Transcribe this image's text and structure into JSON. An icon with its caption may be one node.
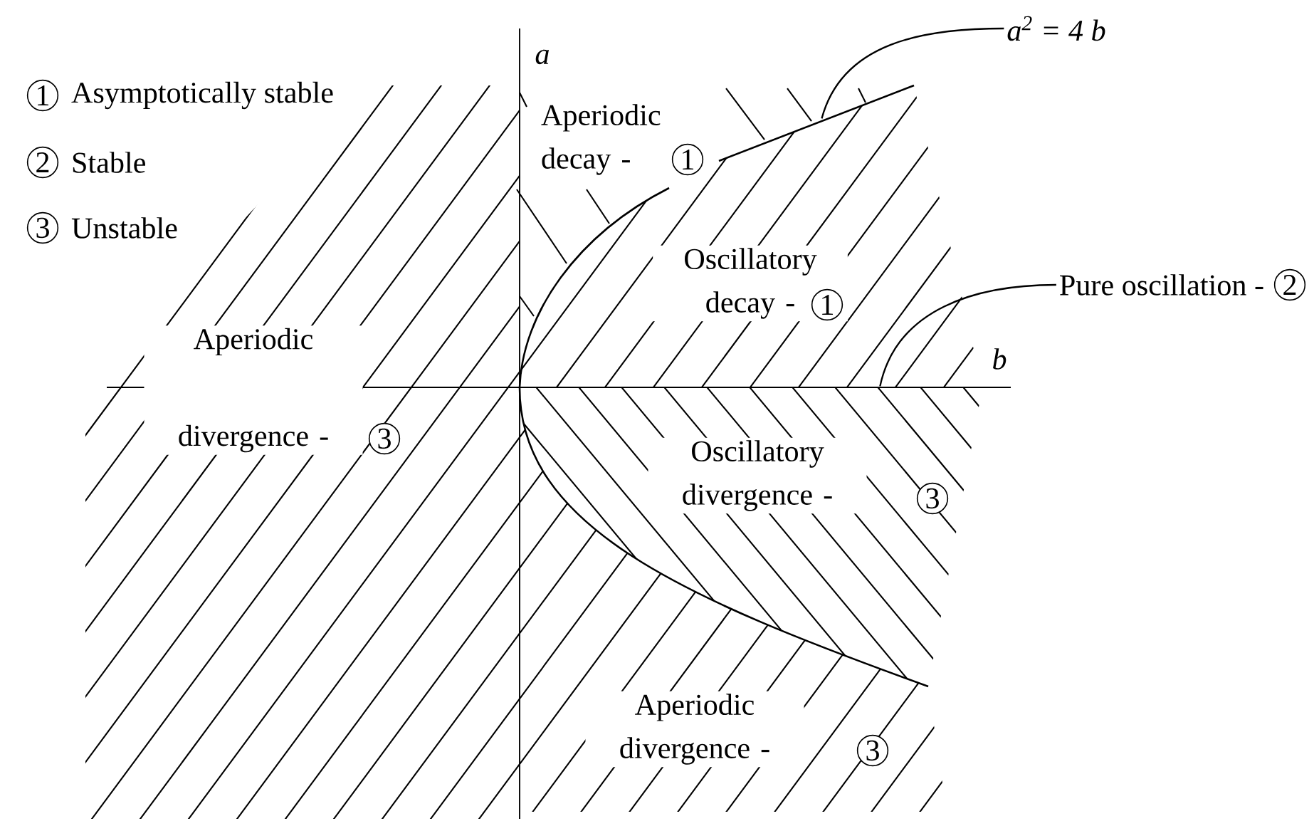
{
  "diagram": {
    "nodes": [
      {
        "text": [
          "a$^{2}$ = 4 b"
        ]
      },
      {
        "text": [],
        "shape": "curve"
      },
      {
        "text": [
          "Pure oscillation -",
          "2"
        ]
      },
      {
        "text": [],
        "shape": "line"
      }
    ],
    "edges": [
      {
        "from": 0,
        "to": 1,
        "arrow": "none"
      },
      {
        "from": 2,
        "to": 3,
        "arrow": "none"
      }
    ],
    "labels": [
      "a",
      "b",
      "1",
      "Asymptotically stable",
      "2",
      "Stable",
      "3",
      "Unstable",
      "Aperiodic decay -",
      "1",
      "Oscillatory decay -",
      "1",
      "Aperiodic divergence -",
      "3",
      "Oscillatory divergence -",
      "3",
      "Aperiodic divergence -",
      "3"
    ]
  }
}
